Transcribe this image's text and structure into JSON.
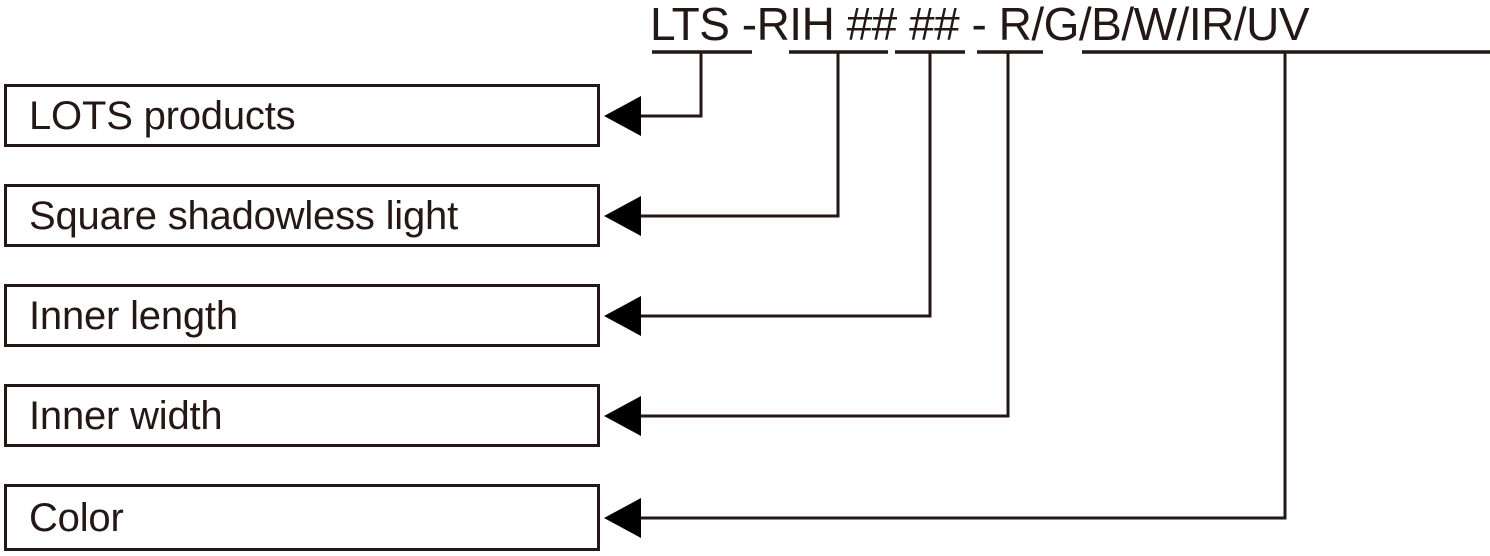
{
  "diagram": {
    "title": "LTS -RIH ## ## - R/G/B/W/IR/UV",
    "ink_color": "#231815",
    "background_color": "#ffffff",
    "part_number": {
      "segments": [
        {
          "text": "LTS",
          "underlined": true
        },
        {
          "text": " -",
          "underlined": false
        },
        {
          "text": "RIH",
          "underlined": true
        },
        {
          "text": " ",
          "underlined": false
        },
        {
          "text": "##",
          "underlined": true
        },
        {
          "text": " ",
          "underlined": false
        },
        {
          "text": "##",
          "underlined": true
        },
        {
          "text": " - ",
          "underlined": false
        },
        {
          "text": "R/G/B/W/IR/UV",
          "underlined": true
        }
      ]
    },
    "callouts": [
      {
        "label": "LOTS products",
        "code": "LTS"
      },
      {
        "label": "Square shadowless light",
        "code": "RIH"
      },
      {
        "label": "Inner length",
        "code": "##"
      },
      {
        "label": "Inner width",
        "code": "##"
      },
      {
        "label": "Color",
        "code": "R/G/B/W/IR/UV"
      }
    ]
  }
}
